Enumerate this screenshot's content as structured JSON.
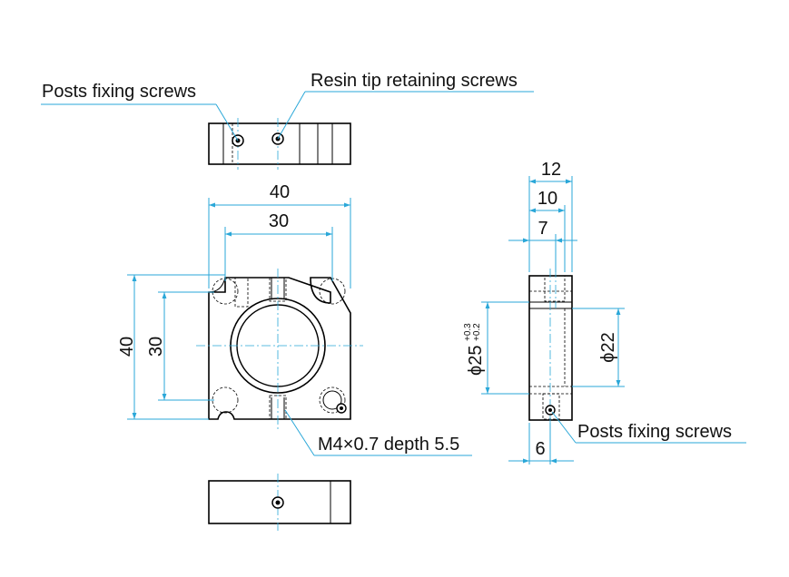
{
  "callouts": {
    "posts_fixing_top": "Posts fixing screws",
    "resin_tip": "Resin tip retaining screws",
    "thread": "M4×0.7 depth 5.5",
    "posts_fixing_side": "Posts fixing screws"
  },
  "front_dims": {
    "width_outer": "40",
    "width_inner": "30",
    "height_outer": "40",
    "height_inner": "30"
  },
  "side_dims": {
    "d12": "12",
    "d10": "10",
    "d7": "7",
    "d6": "6",
    "bore_symbol": "ϕ25",
    "bore_tol_upper": "+0.3",
    "bore_tol_lower": "+0.2",
    "bore2": "ϕ22"
  },
  "colors": {
    "dimension": "#2aa7d8",
    "outline": "#000000"
  }
}
